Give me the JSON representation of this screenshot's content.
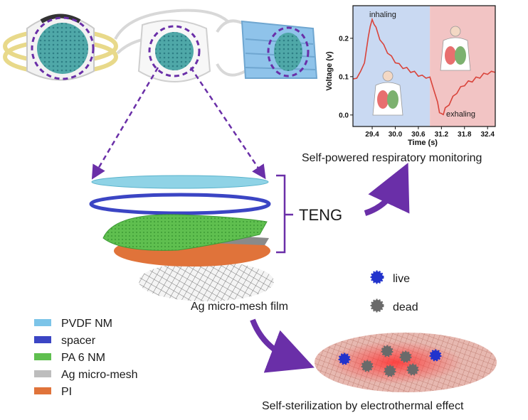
{
  "masks": {
    "items": [
      {
        "kind": "respirator"
      },
      {
        "kind": "cup-mask"
      },
      {
        "kind": "surgical-mask"
      }
    ]
  },
  "layers": {
    "engine_label": "TENG",
    "film_label": "Ag micro-mesh film"
  },
  "legend": {
    "items": [
      {
        "label": "PVDF NM",
        "color": "#7cc4e8"
      },
      {
        "label": "spacer",
        "color": "#3b45c4"
      },
      {
        "label": "PA 6 NM",
        "color": "#5fbf4f"
      },
      {
        "label": "Ag micro-mesh",
        "color": "#bdbdbd"
      },
      {
        "label": "PI",
        "color": "#e0733a"
      }
    ]
  },
  "monitoring": {
    "caption": "Self-powered respiratory monitoring"
  },
  "sterilization": {
    "caption": "Self-sterilization by electrothermal effect",
    "live_label": "live",
    "dead_label": "dead",
    "live_color": "#2233cc",
    "dead_color": "#6a6a6a"
  },
  "colors": {
    "accent_purple": "#6a2fa8",
    "inhale_bg": "#c9d9f2",
    "exhale_bg": "#f2c4c4",
    "signal": "#d9433a"
  },
  "chart_data": {
    "type": "line",
    "title": "",
    "xlabel": "Time (s)",
    "ylabel": "Voltage (v)",
    "xlim": [
      28.9,
      32.6
    ],
    "ylim": [
      -0.03,
      0.285
    ],
    "xticks": [
      29.4,
      30.0,
      30.6,
      31.2,
      31.8,
      32.4
    ],
    "xtick_labels": [
      "29.4",
      "30.0",
      "30.6",
      "31.2",
      "31.8",
      "32.4"
    ],
    "yticks": [
      0.0,
      0.1,
      0.2
    ],
    "ytick_labels": [
      "0.0",
      "0.1",
      "0.2"
    ],
    "regions": [
      {
        "label": "inhaling",
        "from": 28.9,
        "to": 30.9
      },
      {
        "label": "exhaling",
        "from": 30.9,
        "to": 32.6
      }
    ],
    "series": [
      {
        "x": [
          28.9,
          29.0,
          29.1,
          29.2,
          29.3,
          29.35,
          29.4,
          29.45,
          29.5,
          29.6,
          29.7,
          29.8,
          29.9,
          30.0,
          30.1,
          30.2,
          30.3,
          30.4,
          30.5,
          30.6,
          30.7,
          30.8,
          30.9,
          31.0,
          31.1,
          31.15,
          31.2,
          31.25,
          31.3,
          31.4,
          31.5,
          31.6,
          31.7,
          31.8,
          31.9,
          32.0,
          32.1,
          32.2,
          32.3,
          32.4,
          32.5,
          32.6
        ],
        "y": [
          0.09,
          0.1,
          0.11,
          0.14,
          0.2,
          0.235,
          0.245,
          0.24,
          0.225,
          0.2,
          0.18,
          0.165,
          0.15,
          0.14,
          0.13,
          0.125,
          0.12,
          0.115,
          0.11,
          0.105,
          0.1,
          0.1,
          0.095,
          0.07,
          0.03,
          0.01,
          0.0,
          0.005,
          0.015,
          0.03,
          0.045,
          0.06,
          0.07,
          0.08,
          0.085,
          0.09,
          0.095,
          0.1,
          0.105,
          0.11,
          0.11,
          0.115
        ]
      }
    ]
  }
}
